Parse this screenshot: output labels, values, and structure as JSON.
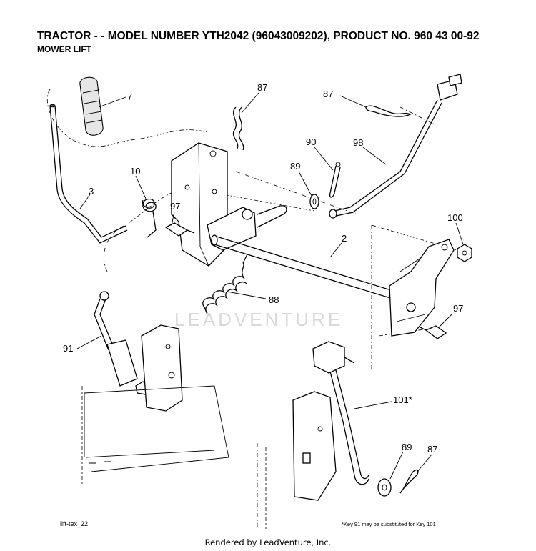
{
  "header": {
    "title": "TRACTOR - - MODEL NUMBER YTH2042 (96043009202), PRODUCT NO. 960 43 00-92",
    "subtitle": "MOWER LIFT"
  },
  "diagram": {
    "watermark": "LEADVENTURE",
    "reference_code": "lift-tex_22",
    "footnote": "*Key 91 may be substituted for Key 101",
    "parts": [
      {
        "key": "7"
      },
      {
        "key": "3"
      },
      {
        "key": "10"
      },
      {
        "key": "87"
      },
      {
        "key": "97"
      },
      {
        "key": "88"
      },
      {
        "key": "91"
      },
      {
        "key": "87"
      },
      {
        "key": "90"
      },
      {
        "key": "98"
      },
      {
        "key": "89"
      },
      {
        "key": "100"
      },
      {
        "key": "2"
      },
      {
        "key": "97"
      },
      {
        "key": "101*"
      },
      {
        "key": "89"
      },
      {
        "key": "87"
      }
    ]
  },
  "footer": {
    "text": "Rendered by LeadVenture, Inc."
  }
}
